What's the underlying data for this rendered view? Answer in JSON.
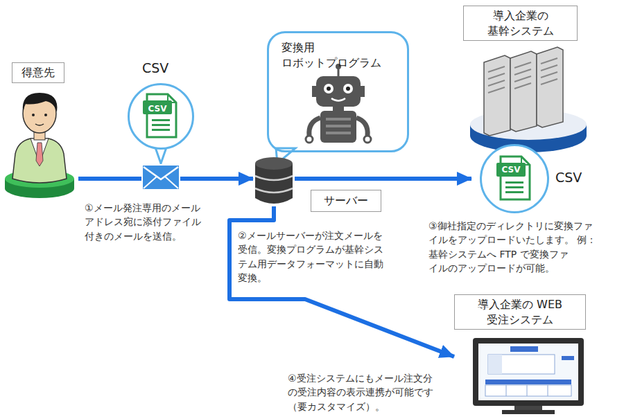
{
  "diagram": {
    "nodes": [
      {
        "text": [
          "得意先"
        ]
      },
      {
        "text": [
          "CSV",
          "CSV"
        ]
      },
      {
        "text": [
          "変換用 ロボットプログラム"
        ]
      },
      {
        "text": [
          "サーバー"
        ]
      },
      {
        "text": [
          "導入企業の 基幹システム"
        ]
      },
      {
        "text": [
          "CSV",
          "CSV"
        ],
        "in": 4
      },
      {
        "text": [
          "導入企業の WEB 受注システム"
        ]
      }
    ],
    "edges": [
      {
        "from": 0,
        "to": 3,
        "arrow": "to"
      },
      {
        "from": 3,
        "to": 4,
        "arrow": "to"
      },
      {
        "from": 3,
        "to": 6,
        "arrow": "to"
      }
    ],
    "labels": [
      "①メール発注専用のメール アドレス宛に添付ファイル 付きのメールを送信。",
      "②メールサーバーが注文メールを 受信。変換プログラムが基幹シス テム用データフォーマットに自動 変換。",
      "③御社指定のディレクトリに変換ファ イルをアップロードいたします。 例：基幹システムへ FTP で変換ファ イルのアップロードが可能。",
      "④受注システムにもメール注文分 の受注内容の表示連携が可能です （要カスタマイズ）。"
    ]
  }
}
